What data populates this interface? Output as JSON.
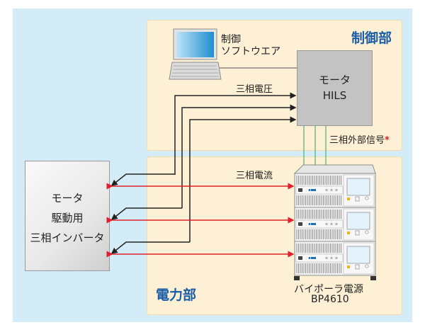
{
  "zones": {
    "control": {
      "title": "制御部"
    },
    "power": {
      "title": "電力部"
    }
  },
  "laptop": {
    "label_line1": "制御",
    "label_line2": "ソフトウエア"
  },
  "hils": {
    "line1": "モータ",
    "line2": "HILS"
  },
  "inverter": {
    "line1": "モータ",
    "line2": "駆動用",
    "line3": "三相インバータ"
  },
  "signals": {
    "voltage": "三相電圧",
    "current": "三相電流",
    "external": "三相外部信号",
    "external_mark": "*"
  },
  "power_supply": {
    "name": "バイポーラ電源",
    "model": "BP4610",
    "units": 3
  },
  "colors": {
    "background": "#d4ebf8",
    "zone": "#fdf0d5",
    "zone_title": "#1b5ea6",
    "current_line": "#e0202a",
    "voltage_line": "#222222",
    "external_line": "#2aa55a"
  }
}
